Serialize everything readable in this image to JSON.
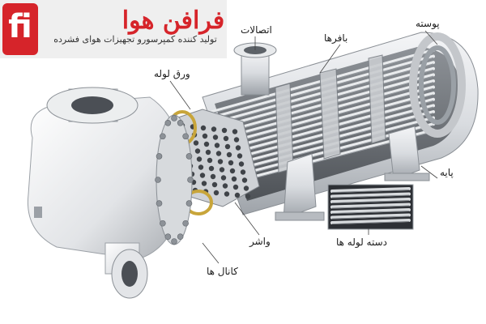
{
  "logo": {
    "mark": "fi",
    "title": "فرافن هوا",
    "subtitle": "تولید کننده کمپرسورو تجهیزات هوای فشرده",
    "brand_color": "#d6242a"
  },
  "labels": {
    "connections": "اتصالات",
    "shell": "پوسته",
    "baffles": "بافرها",
    "tube_sheet": "ورق لوله",
    "support": "پایه",
    "gasket": "واشر",
    "tube_bundle": "دسته لوله ها",
    "channel": "کانال ها"
  }
}
